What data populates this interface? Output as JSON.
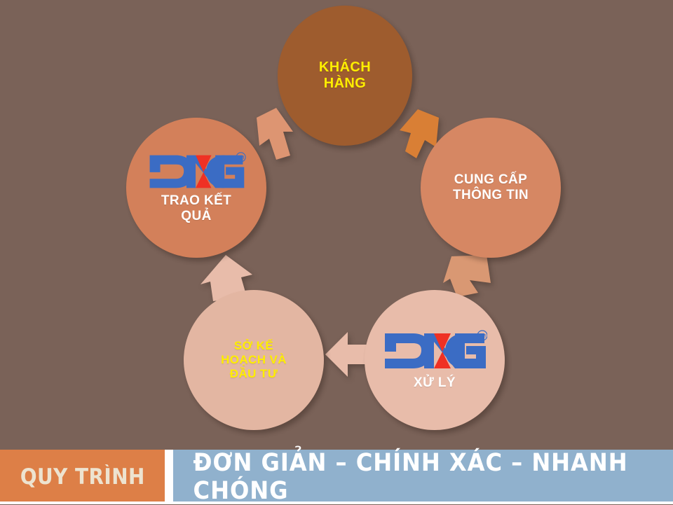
{
  "background_color": "#7a6258",
  "diagram": {
    "type": "cycle",
    "nodes": [
      {
        "id": "customer",
        "label": "KHÁCH\nHÀNG",
        "color": "#9e5c2e",
        "text_color": "#ffee00",
        "has_logo": false
      },
      {
        "id": "provide-info",
        "label": "CUNG CẤP\nTHÔNG TIN",
        "color": "#d68763",
        "text_color": "#ffffff",
        "has_logo": false
      },
      {
        "id": "process",
        "label": "XỬ LÝ",
        "color": "#e8bcaa",
        "text_color": "#ffffff",
        "has_logo": true
      },
      {
        "id": "planning-investment",
        "label": "SỞ KẾ\nHOẠCH VÀ\nĐẦU TƯ",
        "color": "#e3b6a2",
        "text_color": "#ffee00",
        "has_logo": false
      },
      {
        "id": "deliver-result",
        "label": "TRAO KẾT\nQUẢ",
        "color": "#d3805a",
        "text_color": "#ffffff",
        "has_logo": true
      }
    ],
    "arrows": [
      {
        "id": "result-to-customer",
        "direction": "up-right",
        "color": "#dd9572"
      },
      {
        "id": "customer-to-provide",
        "direction": "down-right",
        "color": "#d97f35"
      },
      {
        "id": "provide-to-process",
        "direction": "down-left",
        "color": "#d99873"
      },
      {
        "id": "process-to-planning",
        "direction": "left",
        "color": "#e8bcaa"
      },
      {
        "id": "planning-to-result",
        "direction": "up",
        "color": "#e8bcaa"
      }
    ],
    "logo": {
      "name": "DNG",
      "blue": "#3b6cc4",
      "red": "#ef3124",
      "trademark": "™"
    }
  },
  "banner": {
    "tag": "QUY TRÌNH",
    "tag_bg": "#dd7f47",
    "tag_color": "#ede3d0",
    "slogan": "ĐƠN GIẢN – CHÍNH XÁC – NHANH CHÓNG",
    "slogan_bg": "#90b1cd",
    "slogan_color": "#ffffff"
  }
}
